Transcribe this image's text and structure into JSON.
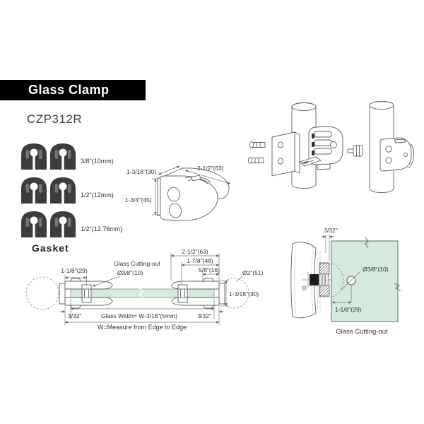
{
  "header": {
    "banner_title": "Glass Clamp",
    "model": "CZP312R"
  },
  "gasket": {
    "label": "Gasket",
    "sizes": [
      "3/8\"(10mm)",
      "1/2\"(12mm)",
      "1/2\"(12.76mm)"
    ]
  },
  "iso": {
    "dim_width": "1-3/16\"(30)",
    "dim_depth": "2-1/2\"(63)",
    "dim_height": "1-3/4\"(45)"
  },
  "section": {
    "dim_left_offset": "1-1/8\"(29)",
    "callout_title": "Glass Cutting-out",
    "callout_dia": "Ø3/8\"(10)",
    "dim_overall": "2-1/2\"(63)",
    "dim_mid": "1-7/8\"(48)",
    "dim_small": "5/8\"(16)",
    "dim_post_dia": "Ø2\"(51)",
    "dim_face": "1-3/16\"(30)",
    "gap_left": "3/32\"",
    "glass_width": "Glass Width= W-3/16\"(5mm)",
    "gap_right": "3/32\"",
    "w_note": "W=Measure from Edge to Edge"
  },
  "cutout": {
    "gap_top": "3/32\"",
    "hole_dia": "Ø3/8\"(10)",
    "hole_offset": "1-1/8\"(29)",
    "caption": "Glass Cutting-out"
  },
  "colors": {
    "banner_bg": "#000000",
    "banner_text": "#ffffff",
    "glass": "#d5e9dd",
    "gasket": "#3c3c3c",
    "line": "#5f5f5f"
  }
}
